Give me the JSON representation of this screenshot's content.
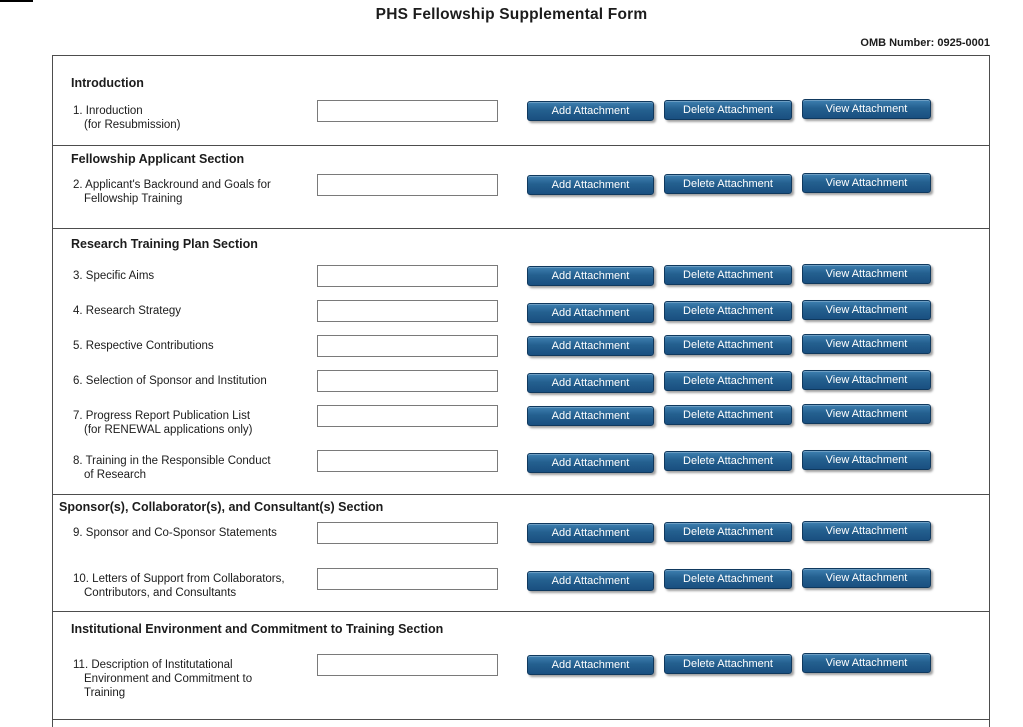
{
  "title": "PHS Fellowship Supplemental Form",
  "omb_number": "OMB Number: 0925-0001",
  "button_labels": {
    "add": "Add Attachment",
    "delete": "Delete Attachment",
    "view": "View Attachment"
  },
  "attachment_field": {
    "value": "",
    "placeholder": ""
  },
  "colors": {
    "button_blue_top": "#3e80b1",
    "button_blue_bottom": "#1a4f80",
    "form_border": "#4d4d4d",
    "text": "#1c1c1c"
  },
  "sections": [
    {
      "header": "Introduction",
      "items": [
        {
          "lines": [
            "1. Inroduction",
            "(for Resubmission)"
          ]
        }
      ]
    },
    {
      "header": "Fellowship Applicant Section",
      "items": [
        {
          "lines": [
            "2. Applicant's Backround and Goals for",
            "Fellowship Training"
          ]
        }
      ]
    },
    {
      "header": "Research Training Plan Section",
      "items": [
        {
          "lines": [
            "3. Specific Aims"
          ]
        },
        {
          "lines": [
            "4. Research Strategy"
          ]
        },
        {
          "lines": [
            "5. Respective Contributions"
          ]
        },
        {
          "lines": [
            "6. Selection of Sponsor and Institution"
          ]
        },
        {
          "lines": [
            "7. Progress Report Publication List",
            "(for RENEWAL applications only)"
          ]
        },
        {
          "lines": [
            "8. Training in the Responsible Conduct",
            "of Research"
          ]
        }
      ]
    },
    {
      "header": "Sponsor(s), Collaborator(s), and Consultant(s) Section",
      "items": [
        {
          "lines": [
            "9. Sponsor and Co-Sponsor Statements"
          ]
        },
        {
          "lines": [
            "10. Letters of Support from Collaborators,",
            "Contributors, and Consultants"
          ]
        }
      ]
    },
    {
      "header": "Institutional Environment and Commitment to Training Section",
      "items": [
        {
          "lines": [
            "11. Description of Institutational",
            "Environment and Commitment to",
            "Training"
          ]
        }
      ]
    }
  ]
}
